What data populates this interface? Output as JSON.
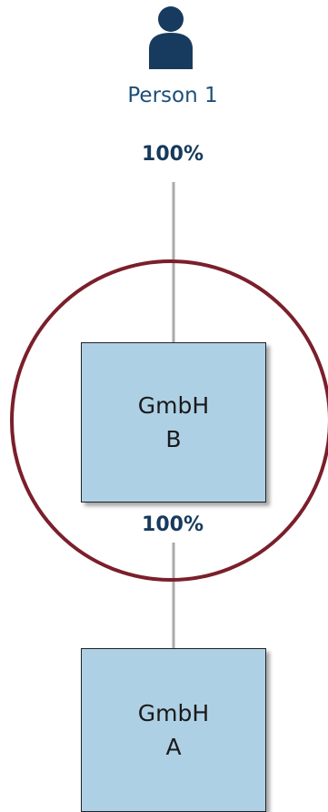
{
  "person": {
    "label": "Person 1",
    "icon": "person-icon",
    "color": "#173b5e"
  },
  "ownership": [
    {
      "from": "Person 1",
      "to": "GmbH B",
      "share": "100%"
    },
    {
      "from": "GmbH B",
      "to": "GmbH A",
      "share": "100%"
    }
  ],
  "entities": {
    "b": {
      "line1": "GmbH",
      "line2": "B"
    },
    "a": {
      "line1": "GmbH",
      "line2": "A"
    }
  },
  "colors": {
    "box_fill": "#aed0e5",
    "box_border": "#222222",
    "connector": "#aaaaaa",
    "highlight_circle": "#7a1f2b",
    "percent_text": "#163a5c",
    "person_text": "#1d4f79"
  }
}
